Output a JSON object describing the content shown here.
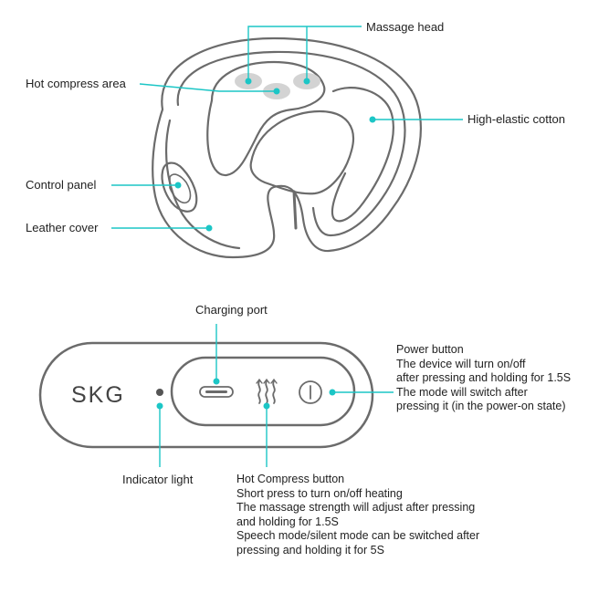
{
  "accent_color": "#1cc6c6",
  "outline_color": "#6b6b6b",
  "pillow": {
    "labels": {
      "massage_head": "Massage head",
      "hot_compress_area": "Hot compress area",
      "high_elastic_cotton": "High-elastic cotton",
      "control_panel": "Control panel",
      "leather_cover": "Leather cover"
    }
  },
  "panel": {
    "brand": "SKG",
    "labels": {
      "charging_port": "Charging port",
      "indicator_light": "Indicator light"
    },
    "power_button": {
      "title": "Power button",
      "lines": [
        "The device will turn on/off",
        "after pressing and holding for 1.5S",
        "The mode will switch after",
        "pressing it (in the power-on state)"
      ]
    },
    "hot_compress_button": {
      "title": "Hot Compress button",
      "lines": [
        "Short press to turn on/off heating",
        "The massage strength will adjust after pressing",
        "and holding for 1.5S",
        "Speech mode/silent mode can be switched after",
        "pressing and holding it for 5S"
      ]
    }
  },
  "icons": {
    "charging_port": "usb-c-port-icon",
    "heat": "heat-waves-icon",
    "power": "power-icon",
    "indicator": "indicator-dot"
  }
}
